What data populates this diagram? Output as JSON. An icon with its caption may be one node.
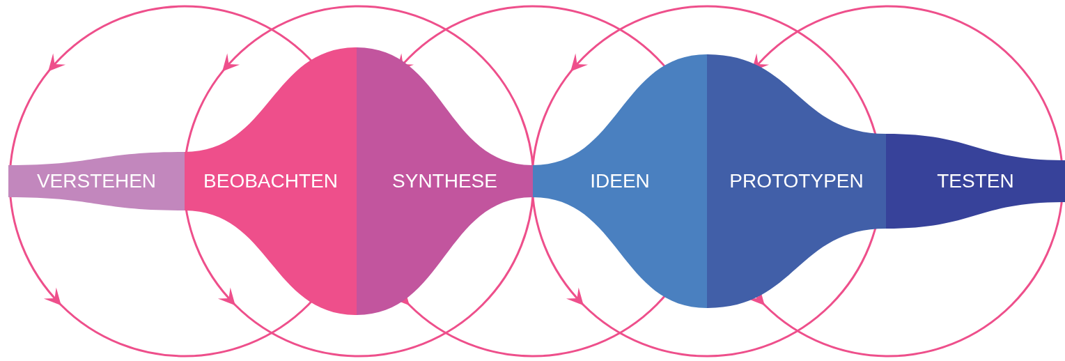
{
  "diagram": {
    "nodes": [
      {
        "text": [
          "VERSTEHEN"
        ]
      },
      {
        "text": [
          "BEOBACHTEN"
        ]
      },
      {
        "text": [
          "SYNTHESE"
        ]
      },
      {
        "text": [
          "IDEEN"
        ]
      },
      {
        "text": [
          "PROTOTYPEN"
        ]
      },
      {
        "text": [
          "TESTEN"
        ]
      }
    ],
    "edges": []
  }
}
